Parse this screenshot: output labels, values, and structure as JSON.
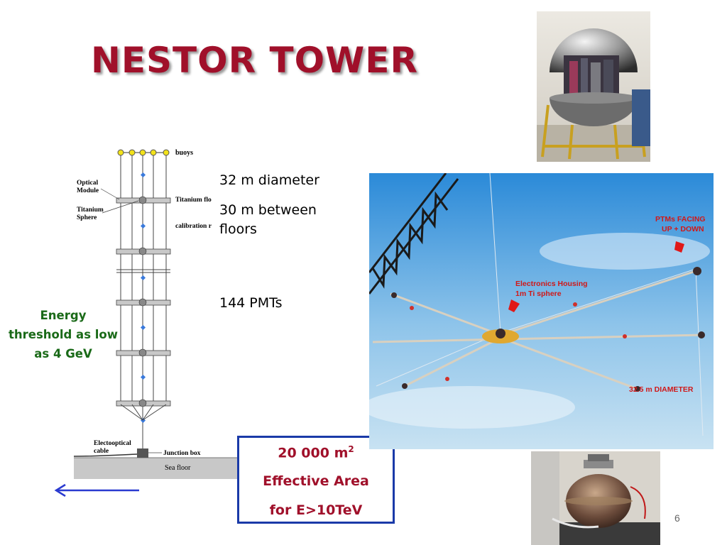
{
  "slide": {
    "title": "NESTOR TOWER",
    "page_number": "6"
  },
  "facts": {
    "diameter": "32 m diameter",
    "floors_line1": "30 m between",
    "floors_line2": "floors",
    "pmts": "144 PMTs"
  },
  "energy": {
    "line1": "Energy",
    "line2": "threshold as low",
    "line3": "as 4 GeV"
  },
  "area_box": {
    "value": "20 000 m",
    "superscript": "2",
    "line2": "Effective Area",
    "line3": "for E>10TeV"
  },
  "diagram": {
    "buoys": "buoys",
    "optical_module_1": "Optical",
    "optical_module_2": "Module",
    "titanium_sphere_1": "Titanium",
    "titanium_sphere_2": "Sphere",
    "titanium_floor": "Titanium flo",
    "calibration": "calibration r",
    "cable_1": "Electooptical",
    "cable_2": "cable",
    "junction_box": "Junction box",
    "sea_floor": "Sea floor"
  },
  "photo_labels": {
    "ptms_1": "PTMs FACING",
    "ptms_2": "UP + DOWN",
    "housing_1": "Electronics Housing",
    "housing_2": "1m Ti sphere",
    "diameter": "32.5 m DIAMETER"
  },
  "colors": {
    "title": "#a0102a",
    "energy_text": "#1a6a18",
    "box_border": "#1a3aa8",
    "arrow": "#2a3ad0",
    "photo_label": "#d01818"
  }
}
